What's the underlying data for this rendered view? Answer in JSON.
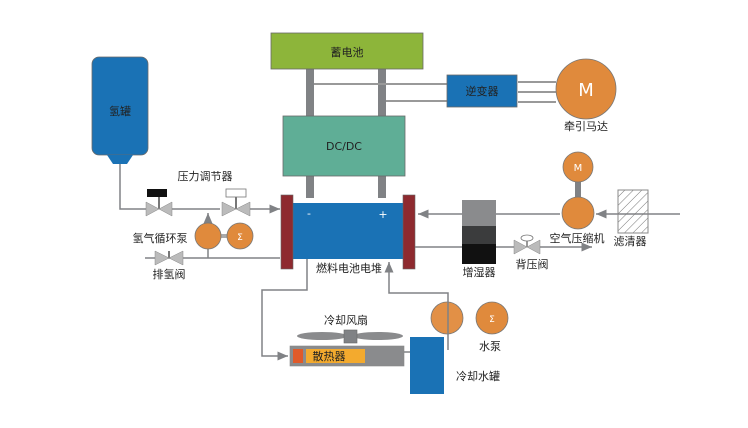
{
  "diagram": {
    "title": "燃料电池汽车动力系统",
    "colors": {
      "blue": "#1a72b5",
      "green": "#8db53a",
      "teal": "#5fae96",
      "orange": "#e08a3c",
      "darkred": "#8e2a2f",
      "gray": "#808285",
      "yellow": "#f3aa2e",
      "redorange": "#e05a2a"
    },
    "components": {
      "hydrogen_tank": "氢罐",
      "pressure_regulator": "压力调节器",
      "h2_recirculation_pump": "氢气循环泵",
      "purge_valve": "排氢阀",
      "battery": "蓄电池",
      "dcdc": "DC/DC",
      "inverter": "逆变器",
      "traction_motor_symbol": "M",
      "traction_motor": "牵引马达",
      "stack": "燃料电池电堆",
      "stack_minus": "-",
      "stack_plus": "+",
      "humidifier": "增湿器",
      "back_pressure_valve": "背压阀",
      "compressor_motor_symbol": "M",
      "air_compressor": "空气压缩机",
      "filter": "滤清器",
      "cooling_fan": "冷却风扇",
      "radiator": "散热器",
      "coolant_tank": "冷却水罐",
      "water_pump": "水泵",
      "pump_symbol": "Σ"
    }
  }
}
